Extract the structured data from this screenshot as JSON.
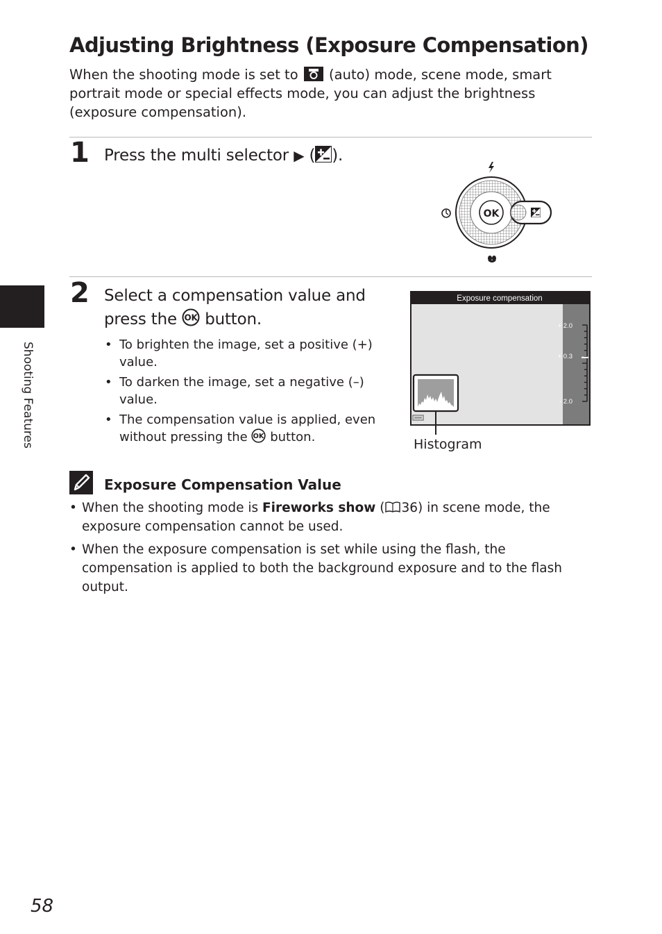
{
  "title": "Adjusting Brightness (Exposure Compensation)",
  "intro": {
    "before_icon": "When the shooting mode is set to",
    "icon": "camera-icon",
    "after_icon": "(auto) mode, scene mode, smart portrait mode or special effects mode, you can adjust the brightness (exposure compensation)."
  },
  "step1": {
    "number": "1",
    "text_before": "Press the multi selector",
    "arrow": "▶",
    "text_after": ")."
  },
  "step2": {
    "number": "2",
    "line1": "Select a compensation value and",
    "line2_before": "press the",
    "line2_after": "button.",
    "bullets": [
      "To brighten the image, set a positive (+) value.",
      "To darken the image, set a negative (–) value."
    ],
    "bullet3_before": "The compensation value is applied, even without pressing the",
    "bullet3_after": "button."
  },
  "dial": {
    "ok_label": "OK"
  },
  "screen": {
    "header": "Exposure compensation",
    "scale_labels": [
      "+ 2.0",
      "+ 0.3",
      "- 2.0"
    ],
    "selected_value": 0.3,
    "callout": "Histogram"
  },
  "note": {
    "title": "Exposure Compensation Value",
    "n1_before": "When the shooting mode is",
    "n1_bold": "Fireworks show",
    "n1_ref": "36",
    "n1_after": "in scene mode, the exposure compensation cannot be used.",
    "n2": "When the exposure compensation is set while using the flash, the compensation is applied to both the background exposure and to the flash output."
  },
  "sidebar_label": "Shooting Features",
  "page_number": "58"
}
